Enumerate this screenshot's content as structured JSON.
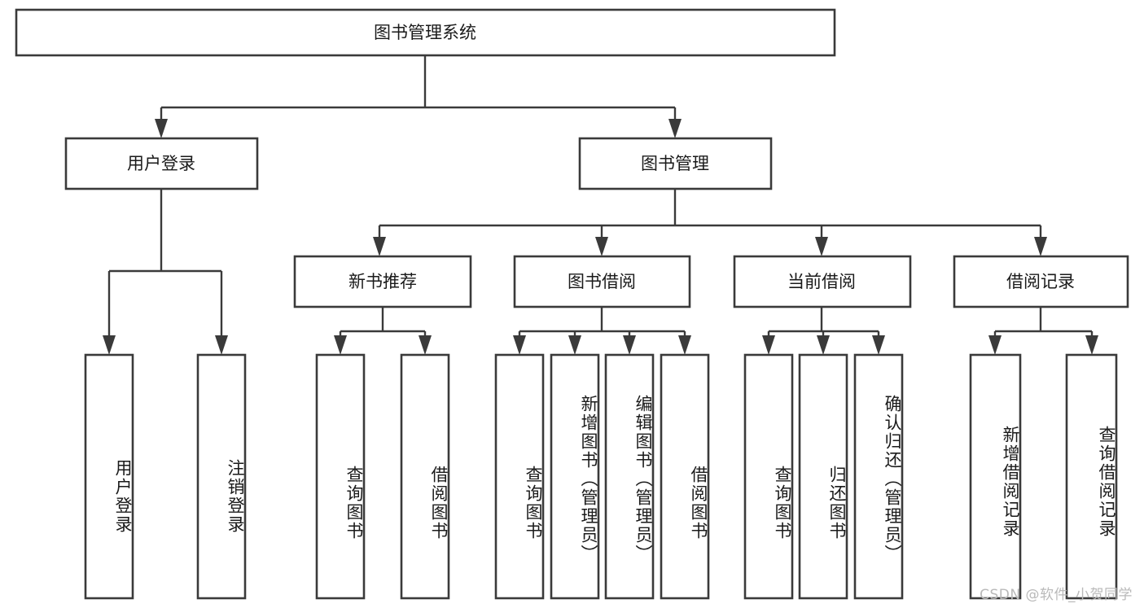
{
  "diagram": {
    "type": "tree",
    "title": "图书管理系统",
    "orientation": "top-down",
    "colors": {
      "box_stroke": "#3a3a3a",
      "box_fill": "#ffffff",
      "connector": "#3a3a3a",
      "text": "#1a1a1a",
      "watermark": "#b9b9b9",
      "background": "#ffffff"
    },
    "root": {
      "label": "图书管理系统"
    },
    "level1": [
      {
        "label": "用户登录"
      },
      {
        "label": "图书管理"
      }
    ],
    "level2": [
      {
        "label": "新书推荐"
      },
      {
        "label": "图书借阅"
      },
      {
        "label": "当前借阅"
      },
      {
        "label": "借阅记录"
      }
    ],
    "leaves": {
      "user_login": [
        {
          "label": "用户登录"
        },
        {
          "label": "注销登录"
        }
      ],
      "new_book_recommend": [
        {
          "label": "查询图书"
        },
        {
          "label": "借阅图书"
        }
      ],
      "book_borrow": [
        {
          "label": "查询图书"
        },
        {
          "label": "新增图书（管理员）"
        },
        {
          "label": "编辑图书（管理员）"
        },
        {
          "label": "借阅图书"
        }
      ],
      "current_borrow": [
        {
          "label": "查询图书"
        },
        {
          "label": "归还图书"
        },
        {
          "label": "确认归还（管理员）"
        }
      ],
      "borrow_record": [
        {
          "label": "新增借阅记录"
        },
        {
          "label": "查询借阅记录"
        }
      ]
    }
  },
  "watermark": {
    "text": "CSDN @软件_小贺同学"
  }
}
